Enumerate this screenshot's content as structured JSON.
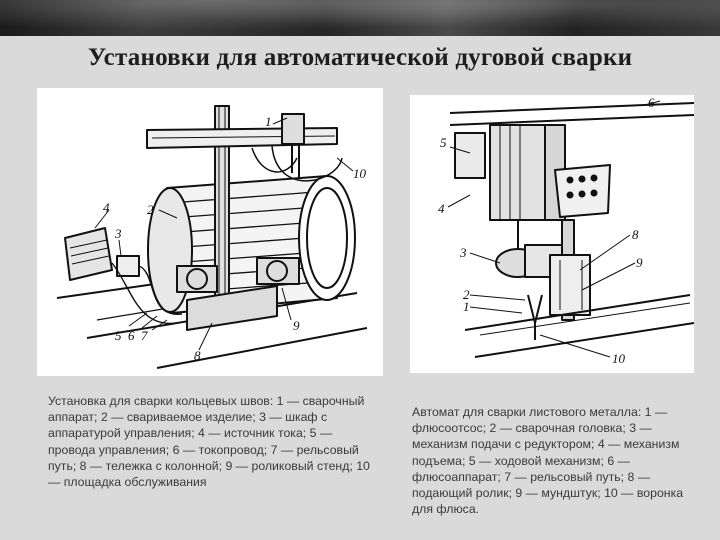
{
  "slide": {
    "title": "Установки для автоматической дуговой сварки"
  },
  "left_figure": {
    "labels": [
      "1",
      "2",
      "3",
      "4",
      "5",
      "6",
      "7",
      "8",
      "9",
      "10"
    ],
    "caption": "Установка для сварки кольцевых швов: 1 — сварочный аппарат; 2 — свариваемое изделие; 3 — шкаф с аппаратурой управления; 4 — источник тока; 5 — провода управления; 6 — токопровод; 7 — рельсовый путь; 8 — тележка с колонной; 9 — роликовый стенд; 10 — площадка обслуживания"
  },
  "right_figure": {
    "labels": [
      "1",
      "2",
      "3",
      "4",
      "5",
      "6",
      "8",
      "9",
      "10"
    ],
    "caption": "Автомат для сварки листового металла: 1 — флюсоотсос; 2 — сварочная головка; 3 — механизм подачи с редуктором; 4 — механизм подъема; 5 — ходовой механизм; 6 — флюсоаппарат; 7 — рельсовый путь; 8 — подающий ролик; 9 — мундштук; 10 — воронка для флюса."
  }
}
